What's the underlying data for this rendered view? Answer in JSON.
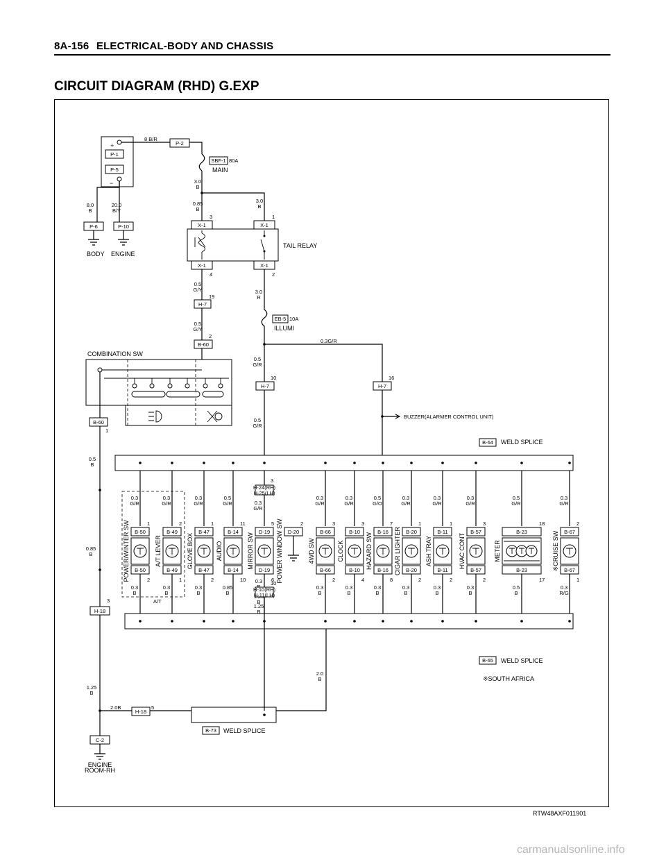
{
  "header": {
    "page": "8A-156",
    "section": "ELECTRICAL-BODY AND CHASSIS"
  },
  "title": "CIRCUIT DIAGRAM (RHD) G.EXP",
  "footer_code": "RTW48AXF011901",
  "watermark": "carmanualsonline.info",
  "battery": {
    "plus": "+",
    "minus": "−",
    "conn_top": "P-1",
    "conn_bottom": "P-5",
    "wire_out": "8 B/R"
  },
  "ground_left": {
    "conn_a": "P-6",
    "conn_b": "P-10",
    "wire_a": "8.0\nB",
    "wire_b": "20.0\nB/Y",
    "label_a": "BODY",
    "label_b": "ENGINE"
  },
  "main_fuse": {
    "conn": "P-2",
    "fuse": "SBF-1",
    "rating": "80A",
    "name": "MAIN",
    "wire_after": "3.0\nB"
  },
  "tail_relay": {
    "label": "TAIL RELAY",
    "conn": "X-1",
    "wire_coil_in": "0.85\nB",
    "wire_sw_in": "3.0\nB",
    "pin_coil_in": "3",
    "pin_sw_in": "1",
    "pin_coil_out": "4",
    "pin_sw_out": "2",
    "wire_coil_out": "0.5\nG/Y",
    "wire_sw_out": "3.0\nR"
  },
  "h7_upper": {
    "conn": "H-7",
    "pin": "19",
    "wire_after": "0.5\nG/Y",
    "pin_b60": "2"
  },
  "illumi_fuse": {
    "fuse": "EB-5",
    "rating": "10A",
    "name": "ILLUMI"
  },
  "comb_sw": {
    "label": "COMBINATION SW",
    "conn_top": "B-60",
    "conn_bottom": "B-60",
    "pin_bottom": "1"
  },
  "illumi_branch": {
    "wire_main": "0.3G/R",
    "wire_h7": "0.5\nG/R",
    "h7_left": "H-7",
    "h7_left_pin": "10",
    "h7_right": "H-7",
    "h7_right_pin": "16",
    "wire_below": "0.5\nG/R",
    "buzzer": "BUZZER(ALARMER CONTROL UNIT)"
  },
  "splice_top": {
    "conn": "B-64",
    "label": "WELD SPLICE"
  },
  "splice_bottom": {
    "conn": "B-65",
    "label": "WELD SPLICE"
  },
  "splice_ground": {
    "conn": "B-73",
    "label": "WELD SPLICE"
  },
  "south_africa": "※SOUTH AFRICA",
  "at_label": "A/T",
  "left_ground_wire": {
    "wire1": "0.5\nB",
    "wire2": "0.85\nB",
    "conn": "H-18",
    "pin": "3",
    "wire3": "1.25\nB",
    "conn2": "H-18",
    "pin2": "5",
    "wire_h18": "2.0B",
    "wire_g": "2.0\nB",
    "conn_c2": "C-2",
    "ground_label": "ENGINE\nROOM-RH"
  },
  "mirror_extra": {
    "h_top": "H-24(RH)\nH-25(LH)",
    "pin_top": "3",
    "wire_top": "0.3\nG/R",
    "h_bot": "H-10(RH)\nH-11(LH)",
    "pin_bot": "10",
    "wire_bot": "1.25\nB",
    "wire_bot2": "1.25\nB",
    "wire_mid": "0.3\nB"
  },
  "components": [
    {
      "name": "POWER/WINTER SW",
      "conn": "B-50",
      "pin_in": "1",
      "pin_out": "2",
      "wire_in": "0.3\nG/R",
      "wire_out": "0.3\nB"
    },
    {
      "name": "A/T LEVER",
      "conn": "B-49",
      "pin_in": "2",
      "pin_out": "1",
      "wire_in": "0.3\nG/R",
      "wire_out": "0.3\nB"
    },
    {
      "name": "GLOVE BOX",
      "conn": "B-47",
      "pin_in": "1",
      "pin_out": "2",
      "wire_in": "0.3\nG/R",
      "wire_out": "0.3\nB"
    },
    {
      "name": "AUDIO",
      "conn": "B-14",
      "pin_in": "11",
      "pin_out": "10",
      "wire_in": "0.5\nG/R",
      "wire_out": "0.85\nB"
    },
    {
      "name": "MIRROR SW",
      "conn": "D-19",
      "pin_in": "5",
      "pin_out": "6",
      "wire_in": "",
      "wire_out": ""
    },
    {
      "name": "POWER WINDOW SW",
      "conn": "D-20",
      "pin_in": "2",
      "pin_out": "",
      "wire_in": "",
      "wire_out": ""
    },
    {
      "name": "4WD SW",
      "conn": "B-66",
      "pin_in": "3",
      "pin_out": "2",
      "wire_in": "0.3\nG/R",
      "wire_out": "0.3\nB"
    },
    {
      "name": "CLOCK",
      "conn": "B-10",
      "pin_in": "3",
      "pin_out": "4",
      "wire_in": "0.3\nG/R",
      "wire_out": "0.3\nB"
    },
    {
      "name": "HAZARD SW",
      "conn": "B-16",
      "pin_in": "7",
      "pin_out": "8",
      "wire_in": "0.5\nG/O",
      "wire_out": "0.3\nB"
    },
    {
      "name": "CIGAR LIGHTER",
      "conn": "B-20",
      "pin_in": "1",
      "pin_out": "2",
      "wire_in": "0.3\nG/R",
      "wire_out": "0.3\nB"
    },
    {
      "name": "ASH TRAY",
      "conn": "B-11",
      "pin_in": "1",
      "pin_out": "2",
      "wire_in": "0.3\nG/R",
      "wire_out": "0.3\nB"
    },
    {
      "name": "HVAC CONT",
      "conn": "B-57",
      "pin_in": "3",
      "pin_out": "2",
      "wire_in": "0.3\nG/R",
      "wire_out": "0.3\nB"
    },
    {
      "name": "METER",
      "conn": "B-23",
      "pin_in": "18",
      "pin_out": "17",
      "wire_in": "0.5\nG/R",
      "wire_out": "0.5\nB"
    },
    {
      "name": "※CRUISE SW",
      "conn": "B-67",
      "pin_in": "2",
      "pin_out": "1",
      "wire_in": "0.3\nG/R",
      "wire_out": "0.3\nR/G"
    }
  ]
}
